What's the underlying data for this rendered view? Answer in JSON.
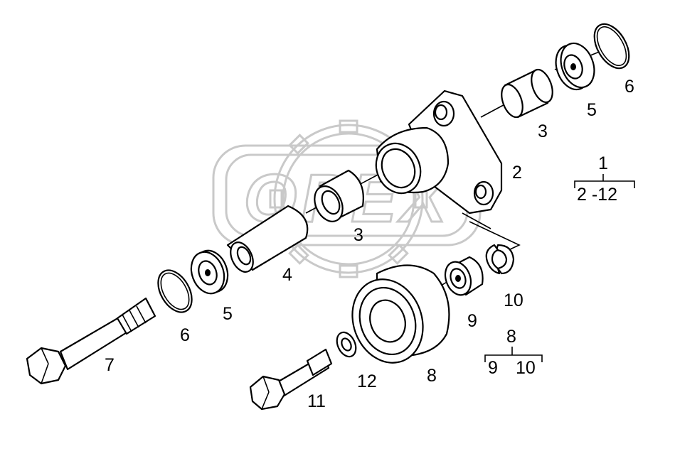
{
  "labels": {
    "part_1": "1",
    "part_2": "2",
    "part_3_upper": "3",
    "part_3_lower": "3",
    "part_4": "4",
    "part_5_upper": "5",
    "part_5_lower": "5",
    "part_6_upper": "6",
    "part_6_lower": "6",
    "part_7": "7",
    "part_8": "8",
    "part_9": "9",
    "part_10": "10",
    "part_11": "11",
    "part_12": "12"
  },
  "groups": {
    "assembly_1": {
      "label": "1",
      "range": "2 -12"
    },
    "assembly_8": {
      "label": "8",
      "members_a": "9",
      "members_b": "10"
    }
  },
  "watermark": {
    "text": "OPEX"
  },
  "colors": {
    "ink": "#000000",
    "paper": "#ffffff",
    "watermark": "#c9c9c9"
  }
}
